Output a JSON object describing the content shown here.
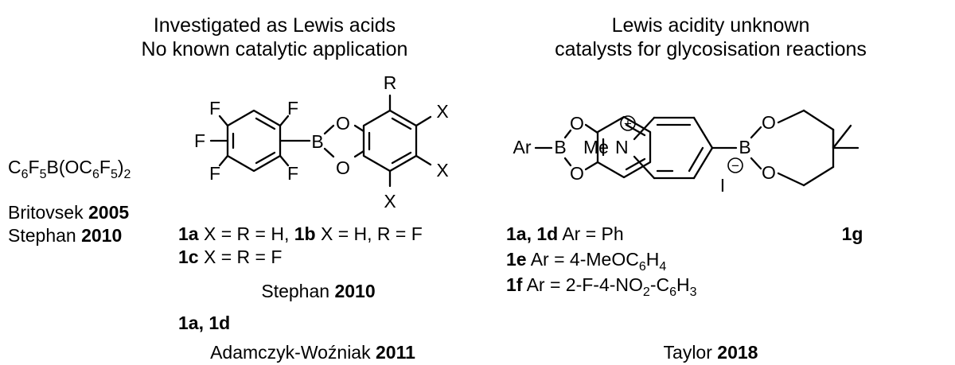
{
  "left_panel": {
    "heading_line1": "Investigated as Lewis acids",
    "heading_line2": "No known catalytic application",
    "formula": {
      "c1": "C",
      "s1": "6",
      "f1": "F",
      "s2": "5",
      "b": "B(OC",
      "s3": "6",
      "f2": "F",
      "s4": "5",
      "close": ")",
      "s5": "2"
    },
    "ref1_name": "Britovsek ",
    "ref1_year": "2005",
    "ref2_name": "Stephan ",
    "ref2_year": "2010",
    "compound_labels": {
      "c1a": "1a",
      "t1a": " X = R = H, ",
      "c1b": "1b",
      "t1b": " X = H, R = F",
      "c1c": "1c",
      "t1c": " X = R = F"
    },
    "ref3_name": "Stephan ",
    "ref3_year": "2010",
    "bottom_compounds": "1a, 1d",
    "ref4_name": "Adamczyk-Woźniak ",
    "ref4_year": "2011"
  },
  "right_panel": {
    "heading_line1": "Lewis acidity unknown",
    "heading_line2": "catalysts for glycosisation reactions",
    "label_1a1d": {
      "c": "1a, 1d",
      "t": " Ar = Ph"
    },
    "label_1e": {
      "c": "1e",
      "t": " Ar = 4-MeOC",
      "s1": "6",
      "t2": "H",
      "s2": "4"
    },
    "label_1f": {
      "c": "1f",
      "t": " Ar = 2-F-4-NO",
      "s1": "2",
      "t2": "-C",
      "s2": "6",
      "t3": "H",
      "s3": "3"
    },
    "label_1g": "1g",
    "ref_name": "Taylor ",
    "ref_year": "2018"
  },
  "atoms": {
    "F": "F",
    "B": "B",
    "O": "O",
    "R": "R",
    "X": "X",
    "Ar": "Ar",
    "Me": "Me",
    "N": "N",
    "I": "I",
    "plus": "+",
    "minus": "−"
  }
}
